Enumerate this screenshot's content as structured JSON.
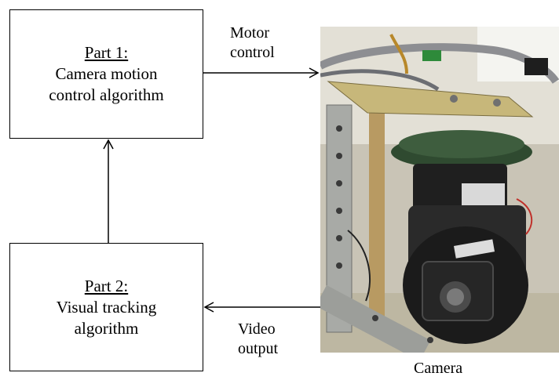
{
  "part1": {
    "heading": "Part 1:",
    "line1": "Camera motion",
    "line2": "control algorithm"
  },
  "part2": {
    "heading": "Part 2:",
    "line1": "Visual tracking",
    "line2": "algorithm"
  },
  "motor_label": {
    "line1": "Motor",
    "line2": "control"
  },
  "video_label": {
    "line1": "Video",
    "line2": "output"
  },
  "camera_caption": "Camera",
  "photo_subject": "pan-tilt camera mounted on bracket with circuit board"
}
